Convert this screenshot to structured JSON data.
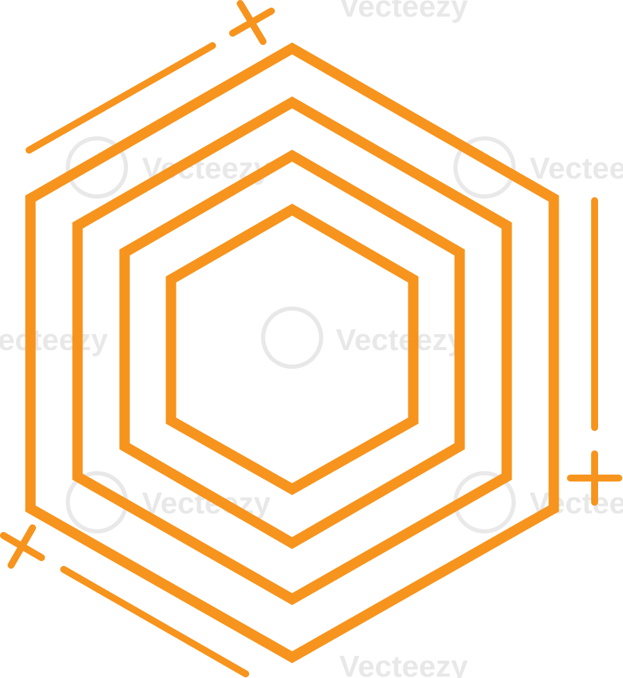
{
  "colors": {
    "background": "#ffffff",
    "stroke": "#F7941D",
    "watermark": "#d7d7d7"
  },
  "artwork": {
    "concentric_hexagon_count": 4,
    "plus_mark_count": 3,
    "accent_line_count": 3
  },
  "watermark": {
    "text": "Vecteezy"
  }
}
